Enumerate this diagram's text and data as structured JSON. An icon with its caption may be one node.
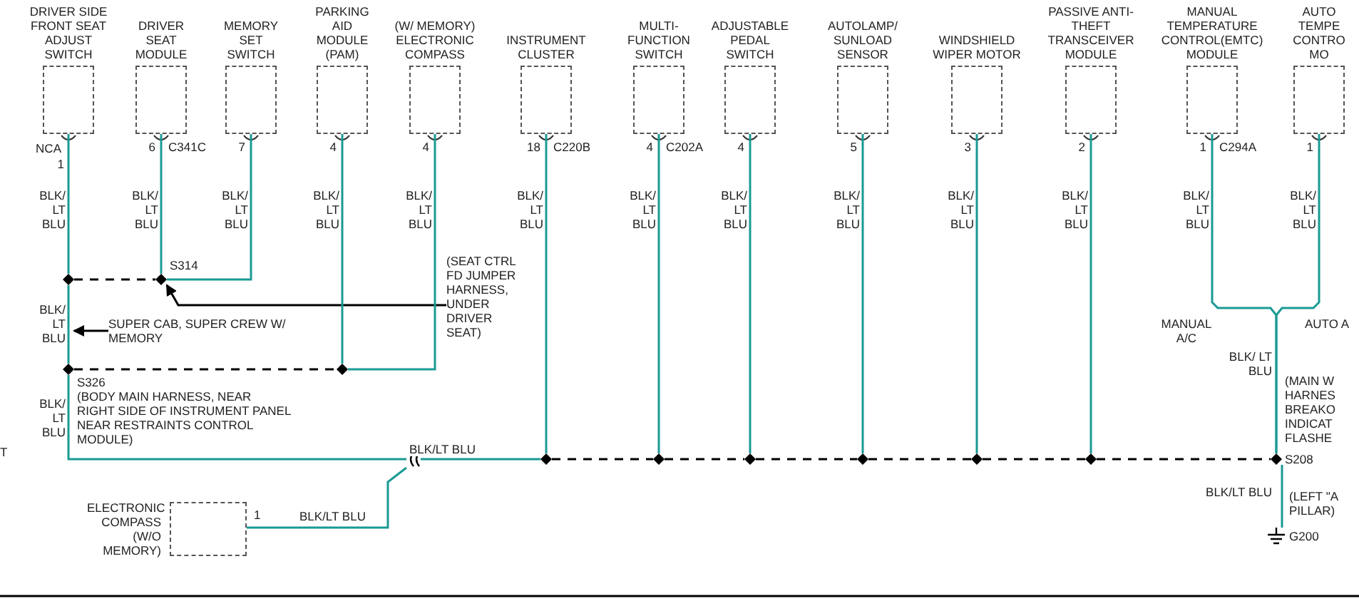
{
  "diagram": {
    "nodes": [
      {
        "text": [
          "DRIVER SIDE FRONT SEAT ADJUST SWITCH"
        ],
        "beside": [
          "NCA",
          "1"
        ]
      },
      {
        "text": [
          "DRIVER SEAT MODULE"
        ],
        "beside": [
          "6",
          "C341C"
        ]
      },
      {
        "text": [
          "MEMORY SET SWITCH"
        ],
        "beside": [
          "7"
        ]
      },
      {
        "text": [
          "PARKING AID MODULE (PAM)"
        ],
        "beside": [
          "4"
        ]
      },
      {
        "text": [
          "(W/ MEMORY) ELECTRONIC COMPASS"
        ],
        "beside": [
          "4"
        ]
      },
      {
        "text": [
          "INSTRUMENT CLUSTER"
        ],
        "beside": [
          "18",
          "C220B"
        ]
      },
      {
        "text": [
          "MULTI-FUNCTION SWITCH"
        ],
        "beside": [
          "4",
          "C202A"
        ]
      },
      {
        "text": [
          "ADJUSTABLE PEDAL SWITCH"
        ],
        "beside": [
          "4"
        ]
      },
      {
        "text": [
          "AUTOLAMP/ SUNLOAD SENSOR"
        ],
        "beside": [
          "5"
        ]
      },
      {
        "text": [
          "WINDSHIELD WIPER MOTOR"
        ],
        "beside": [
          "3"
        ]
      },
      {
        "text": [
          "PASSIVE ANTI-THEFT TRANSCEIVER MODULE"
        ],
        "beside": [
          "2"
        ]
      },
      {
        "text": [
          "MANUAL TEMPERATURE CONTROL(EMTC) MODULE"
        ],
        "beside": [
          "1",
          "C294A"
        ]
      },
      {
        "text": [
          "AUTO TEMPE CONTRO MO"
        ],
        "beside": [
          "1"
        ]
      },
      {
        "text": [
          "ELECTRONIC COMPASS (W/O MEMORY)"
        ],
        "beside": [
          "1"
        ]
      },
      {
        "text": [],
        "shape": "circle"
      },
      {
        "text": [
          "S314"
        ]
      },
      {
        "text": [
          "S326",
          "(BODY MAIN HARNESS, NEAR RIGHT SIDE OF INSTRUMENT PANEL NEAR RESTRAINTS CONTROL MODULE)"
        ]
      },
      {
        "text": [],
        "shape": "circle"
      },
      {
        "text": [
          "(SEAT CTRL FD JUMPER HARNESS, UNDER DRIVER SEAT)"
        ]
      },
      {
        "text": [
          "SUPER CAB, SUPER CREW W/ MEMORY"
        ]
      },
      {
        "text": [],
        "shape": "connector"
      },
      {
        "text": [],
        "shape": "circle"
      },
      {
        "text": [],
        "shape": "circle"
      },
      {
        "text": [],
        "shape": "circle"
      },
      {
        "text": [],
        "shape": "circle"
      },
      {
        "text": [],
        "shape": "circle"
      },
      {
        "text": [],
        "shape": "circle"
      },
      {
        "text": [
          "(MAIN W HARNES BREAKO INDICAT FLASHE",
          "S208"
        ]
      },
      {
        "text": [
          "G200"
        ],
        "beside": [
          "(LEFT \"A PILLAR)"
        ]
      }
    ],
    "edges": [
      {
        "from": 0,
        "to": 14,
        "arrow": "none",
        "label": "BLK/ LT BLU"
      },
      {
        "from": 1,
        "to": 15,
        "arrow": "none",
        "label": "BLK/ LT BLU"
      },
      {
        "from": 2,
        "to": 15,
        "arrow": "none",
        "label": "BLK/ LT BLU"
      },
      {
        "from": 14,
        "to": 15,
        "arrow": "none",
        "style": "dashed",
        "color": "#000000"
      },
      {
        "from": 18,
        "to": 15,
        "arrow": "to",
        "color": "#000000"
      },
      {
        "from": 14,
        "to": 16,
        "arrow": "none",
        "label": "BLK/ LT BLU"
      },
      {
        "from": 19,
        "to": null,
        "arrow": "to",
        "color": "#000000"
      },
      {
        "from": 16,
        "to": 17,
        "arrow": "none",
        "style": "dashed",
        "color": "#000000"
      },
      {
        "from": 3,
        "to": 17,
        "arrow": "none",
        "label": "BLK/ LT BLU"
      },
      {
        "from": 4,
        "to": 17,
        "arrow": "none",
        "label": "BLK/ LT BLU"
      },
      {
        "from": 16,
        "to": 20,
        "arrow": "none",
        "label": "BLK/ LT BLU"
      },
      {
        "from": 13,
        "to": 20,
        "arrow": "none",
        "label": "BLK/LT BLU"
      },
      {
        "from": 20,
        "to": 21,
        "arrow": "none",
        "label": "BLK/LT BLU"
      },
      {
        "from": 5,
        "to": 21,
        "arrow": "none",
        "label": "BLK/ LT BLU"
      },
      {
        "from": 6,
        "to": 22,
        "arrow": "none",
        "label": "BLK/ LT BLU"
      },
      {
        "from": 7,
        "to": 23,
        "arrow": "none",
        "label": "BLK/ LT BLU"
      },
      {
        "from": 8,
        "to": 24,
        "arrow": "none",
        "label": "BLK/ LT BLU"
      },
      {
        "from": 9,
        "to": 25,
        "arrow": "none",
        "label": "BLK/ LT BLU"
      },
      {
        "from": 10,
        "to": 26,
        "arrow": "none",
        "label": "BLK/ LT BLU"
      },
      {
        "from": 11,
        "to": 27,
        "arrow": "none",
        "label": "BLK/ LT BLU"
      },
      {
        "from": 12,
        "to": 27,
        "arrow": "none",
        "label": "BLK/ LT BLU"
      },
      {
        "from": 21,
        "to": 22,
        "arrow": "none",
        "style": "dashed",
        "color": "#000000"
      },
      {
        "from": 22,
        "to": 23,
        "arrow": "none",
        "style": "dashed",
        "color": "#000000"
      },
      {
        "from": 23,
        "to": 24,
        "arrow": "none",
        "style": "dashed",
        "color": "#000000"
      },
      {
        "from": 24,
        "to": 25,
        "arrow": "none",
        "style": "dashed",
        "color": "#000000"
      },
      {
        "from": 25,
        "to": 26,
        "arrow": "none",
        "style": "dashed",
        "color": "#000000"
      },
      {
        "from": 26,
        "to": 27,
        "arrow": "none",
        "style": "dashed",
        "color": "#000000"
      },
      {
        "from": 27,
        "to": 28,
        "arrow": "none",
        "label": "BLK/LT BLU"
      }
    ],
    "labels": [
      "MANUAL A/C",
      "AUTO A",
      "BLK/ LT BLU",
      "T"
    ]
  }
}
